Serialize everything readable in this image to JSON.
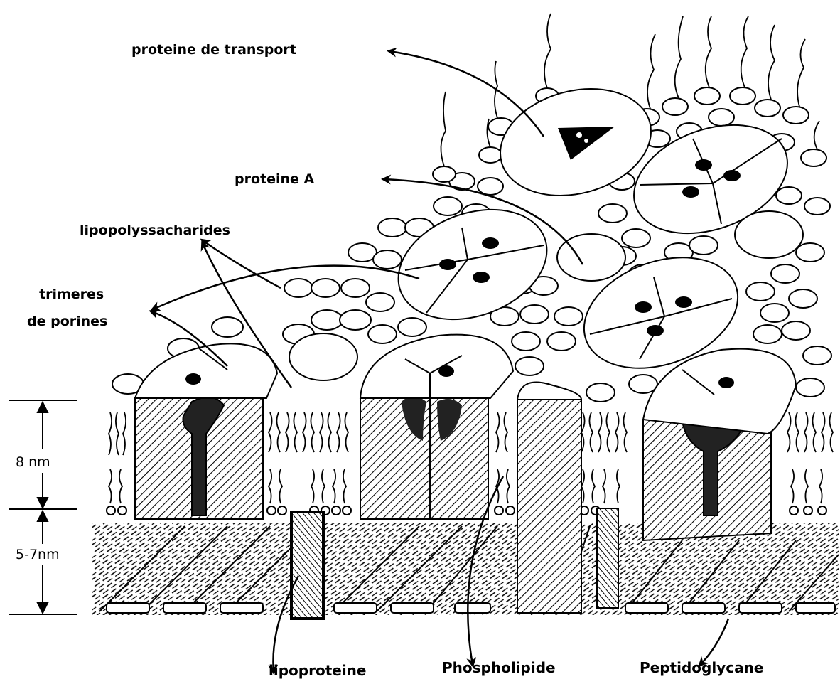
{
  "labels": {
    "transport_protein": "proteine de transport",
    "protein_a": "proteine A",
    "lipopolysaccharides": "lipopolyssacharides",
    "porin_trimers_line1": "trimeres",
    "porin_trimers_line2": "de porines",
    "thickness_outer": "8 nm",
    "thickness_peptidoglycan": "5-7nm",
    "lipoprotein": "lipoproteine",
    "phospholipid": "Phospholipide",
    "peptidoglycan": "Peptidoglycane"
  },
  "colors": {
    "ink": "#000000",
    "paper": "#ffffff"
  }
}
